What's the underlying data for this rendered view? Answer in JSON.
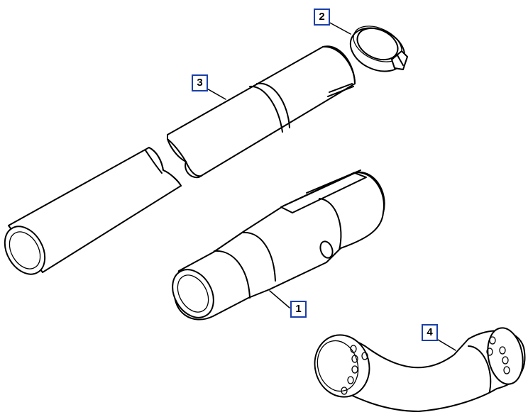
{
  "callouts": [
    {
      "id": "1",
      "label": "1",
      "part": "nozzle-tube"
    },
    {
      "id": "2",
      "label": "2",
      "part": "hose-clamp"
    },
    {
      "id": "3",
      "label": "3",
      "part": "straight-tube"
    },
    {
      "id": "4",
      "label": "4",
      "part": "elbow-tube"
    }
  ],
  "colors": {
    "callout_border": "#1a3fa8",
    "line": "#000000",
    "background": "#ffffff"
  }
}
